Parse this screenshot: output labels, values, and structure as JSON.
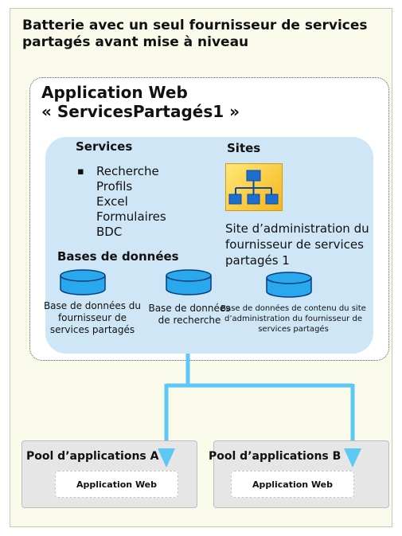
{
  "title": "Batterie avec un seul fournisseur de services partagés avant mise à niveau",
  "web_application": {
    "title_line1": "Application Web",
    "title_line2": "« ServicesPartagés1 »"
  },
  "services": {
    "heading": "Services",
    "items": [
      "Recherche",
      "Profils",
      "Excel",
      "Formulaires",
      "BDC"
    ]
  },
  "sites": {
    "heading": "Sites",
    "icon": "site-hierarchy-icon",
    "site_name": "Site d’administration du fournisseur de services partagés 1"
  },
  "databases": {
    "heading": "Bases de données",
    "items": [
      {
        "label": "Base de données du fournisseur de services partagés",
        "icon": "database-icon"
      },
      {
        "label": "Base de données de recherche",
        "icon": "database-icon"
      },
      {
        "label": "Base de données de contenu du site d’administration du fournisseur de services partagés",
        "icon": "database-icon"
      }
    ]
  },
  "pools": [
    {
      "label": "Pool d’applications A",
      "inner": "Application Web"
    },
    {
      "label": "Pool d’applications B",
      "inner": "Application Web"
    }
  ],
  "colors": {
    "connector": "#5cc8f5",
    "blue_area": "#cfe6f6",
    "background": "#fbfbec",
    "database_fill": "#29a8ee"
  }
}
